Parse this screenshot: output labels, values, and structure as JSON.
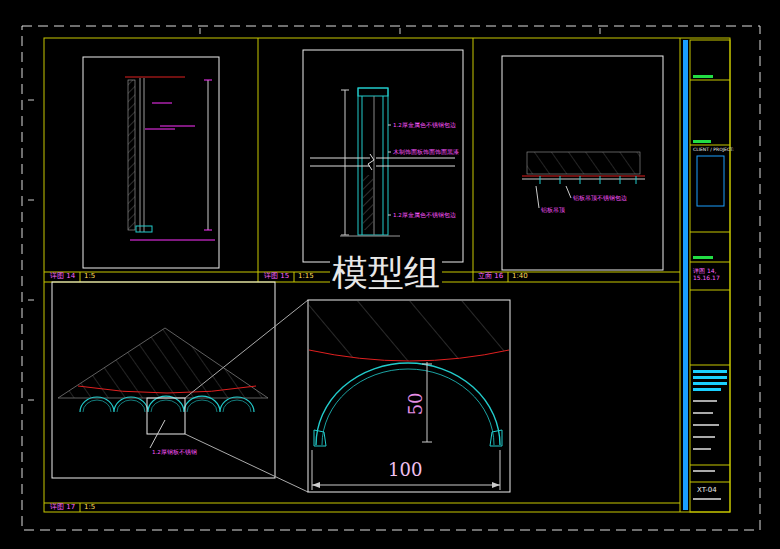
{
  "diagram": {
    "labels": [
      "模型组",
      "详图 14",
      "1:5",
      "详图 15",
      "1:15",
      "立面 16",
      "1:40",
      "详图 17",
      "1:5",
      "1.2厚金属色不锈钢包边",
      "木制饰面板饰面饰面黑漆",
      "1.2厚金属色不锈钢包边",
      "铝板吊顶不锈钢包边",
      "铝板吊顶",
      "1.2厚钢板不锈钢",
      "50",
      "100",
      "详图 14, 15.16.17",
      "XT-04",
      "CLIENT / PROJECT:"
    ]
  }
}
